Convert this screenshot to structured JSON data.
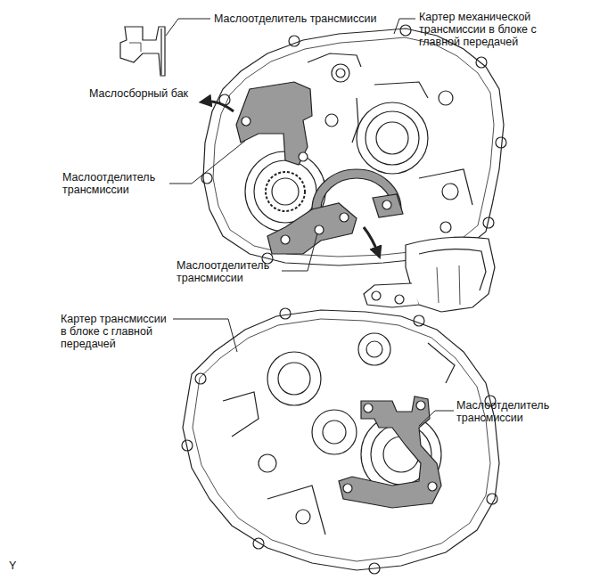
{
  "diagram": {
    "labels": [
      "Маслоотделитель трансмиссии",
      "Картер механической трансмиссии в блоке с главной передачей",
      "Маслосборный бак",
      "Маслоотделитель трансмиссии",
      "Маслоотделитель трансмиссии",
      "Картер трансмиссии в блоке с главной передачей",
      "Маслоотделитель трансмиссии",
      "Y"
    ]
  }
}
